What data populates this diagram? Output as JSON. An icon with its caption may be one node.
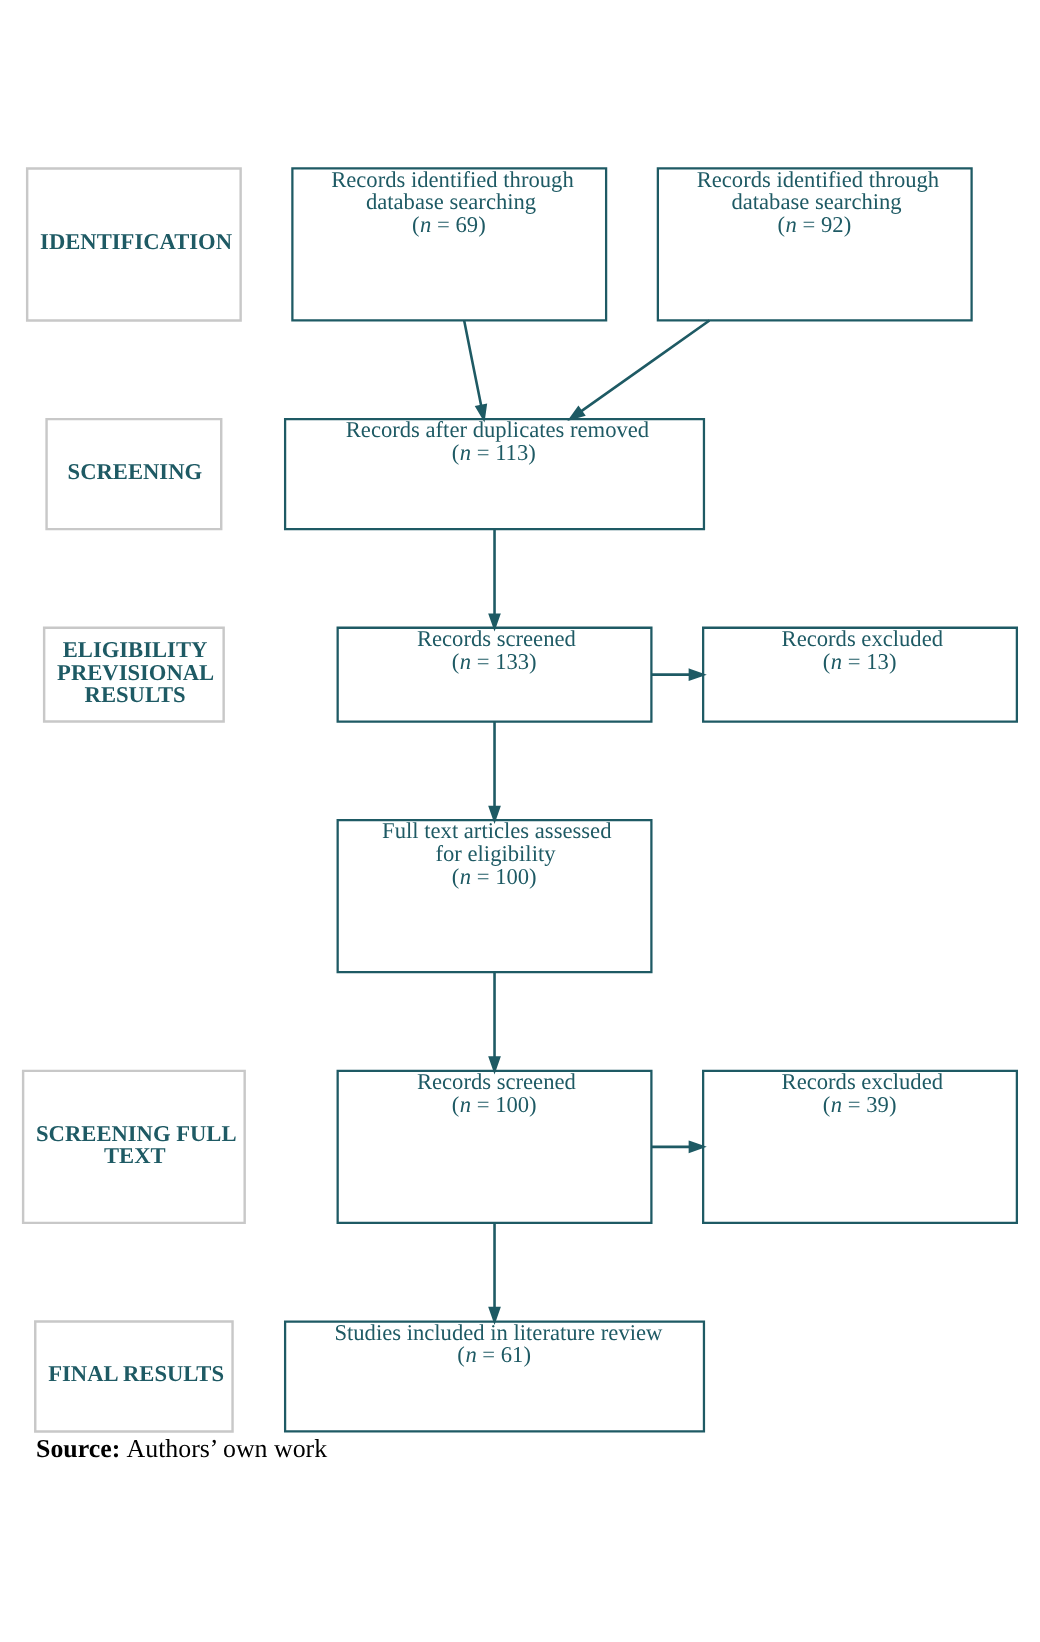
{
  "diagram": {
    "caption": "**Source:** Authors’ own work",
    "nodes": [
      {
        "text": [
          "IDENTIFICATION"
        ]
      },
      {
        "text": [
          "Records identified through database searching",
          "(*n* = 69)"
        ]
      },
      {
        "text": [
          "Records identified through database searching",
          "(*n* = 92)"
        ]
      },
      {
        "text": [
          "SCREENING"
        ]
      },
      {
        "text": [
          "Records after duplicates removed",
          "(*n* = 113)"
        ]
      },
      {
        "text": [
          "ELIGIBILITY PREVISIONAL RESULTS"
        ]
      },
      {
        "text": [
          "Records screened",
          "(*n* = 133)"
        ]
      },
      {
        "text": [
          "Records excluded",
          "(*n* = 13)"
        ]
      },
      {
        "text": [
          "Full text articles assessed for eligibility",
          "(*n* = 100)"
        ]
      },
      {
        "text": [
          "SCREENING FULL TEXT"
        ]
      },
      {
        "text": [
          "Records screened",
          "(*n* = 100)"
        ]
      },
      {
        "text": [
          "Records excluded",
          "(*n* = 39)"
        ]
      },
      {
        "text": [
          "FINAL RESULTS"
        ]
      },
      {
        "text": [
          "Studies included in literature review",
          "(*n* = 61)"
        ]
      }
    ],
    "edges": [
      {
        "from": 1,
        "to": 4,
        "arrow": "to"
      },
      {
        "from": 2,
        "to": 4,
        "arrow": "to"
      },
      {
        "from": 4,
        "to": 6,
        "arrow": "to"
      },
      {
        "from": 6,
        "to": 7,
        "arrow": "to"
      },
      {
        "from": 6,
        "to": 8,
        "arrow": "to"
      },
      {
        "from": 8,
        "to": 10,
        "arrow": "to"
      },
      {
        "from": 10,
        "to": 11,
        "arrow": "to"
      },
      {
        "from": 10,
        "to": 13,
        "arrow": "to"
      }
    ]
  }
}
